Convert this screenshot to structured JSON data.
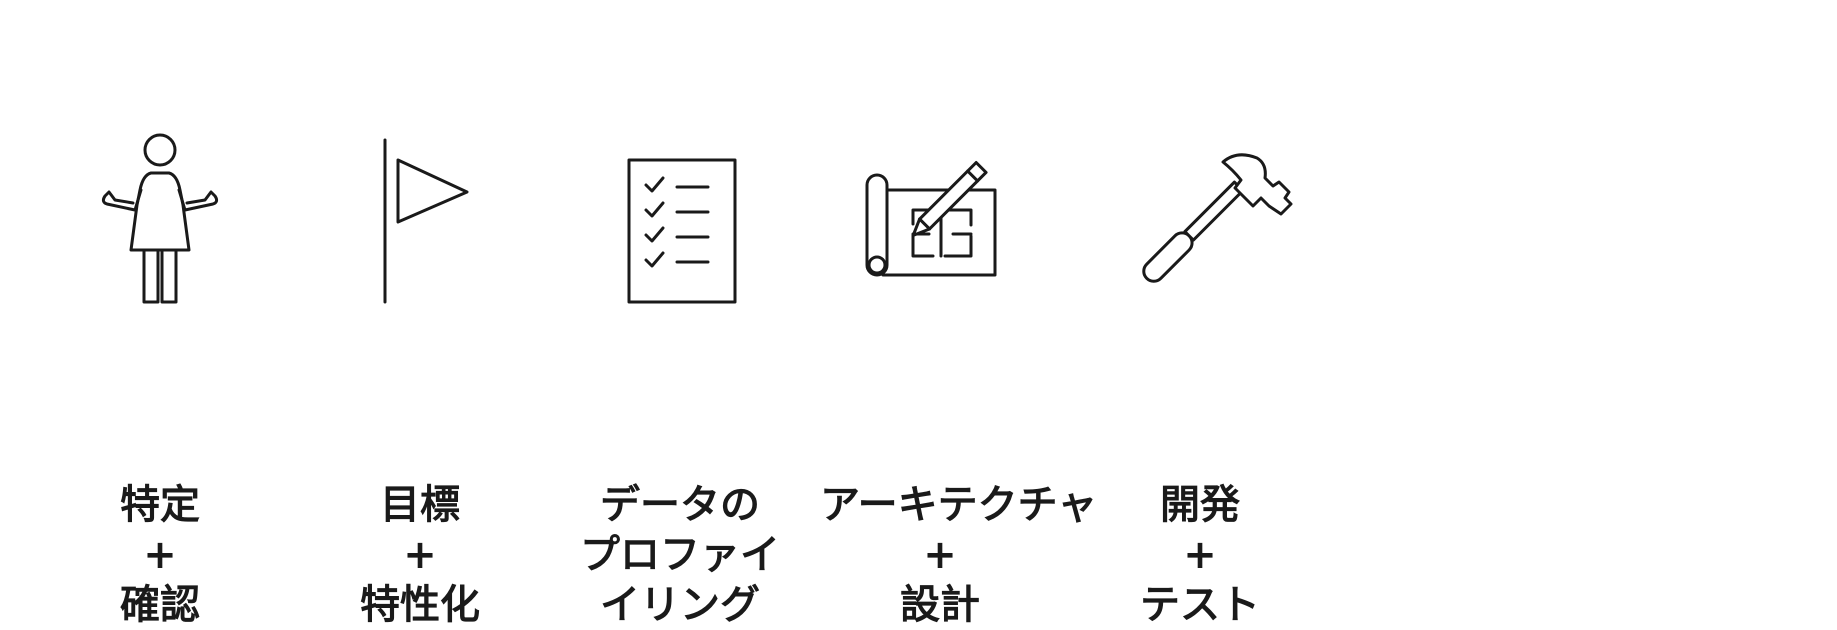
{
  "steps": [
    {
      "icon": "person-shrug-icon",
      "line1": "特定",
      "plus": "+",
      "line2": "確認"
    },
    {
      "icon": "flag-icon",
      "line1": "目標",
      "plus": "+",
      "line2": "特性化"
    },
    {
      "icon": "checklist-icon",
      "line1": "データの",
      "line1b": "プロファイ",
      "line2": "イリング"
    },
    {
      "icon": "blueprint-pencil-icon",
      "line1": "アーキテクチャ",
      "plus": "+",
      "line2": "設計"
    },
    {
      "icon": "hammer-icon",
      "line1": "開発",
      "plus": "+",
      "line2": "テスト"
    }
  ]
}
